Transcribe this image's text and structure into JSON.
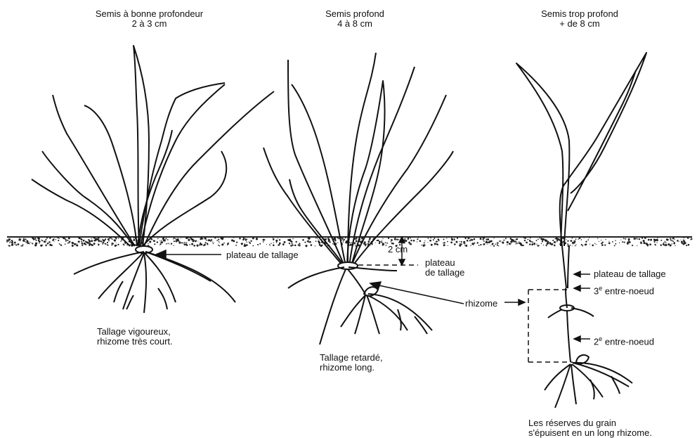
{
  "panels": [
    {
      "title_line1": "Semis à bonne profondeur",
      "title_line2": "2 à 3 cm",
      "labels": {
        "plateau": "plateau de tallage"
      },
      "caption_line1": "Tallage vigoureux,",
      "caption_line2": "rhizome très court."
    },
    {
      "title_line1": "Semis profond",
      "title_line2": "4 à 8 cm",
      "labels": {
        "depth": "2 cm",
        "plateau_line1": "plateau",
        "plateau_line2": "de tallage",
        "rhizome": "rhizome"
      },
      "caption_line1": "Tallage retardé,",
      "caption_line2": "rhizome long."
    },
    {
      "title_line1": "Semis trop profond",
      "title_line2": "+ de 8 cm",
      "labels": {
        "plateau": "plateau de tallage",
        "internode3": "3e entre-noeud",
        "internode2": "2e entre-noeud"
      },
      "caption_line1": "Les réserves du grain",
      "caption_line2": "s'épuisent en un long rhizome."
    }
  ],
  "colors": {
    "ink": "#111111",
    "soil": "#222222",
    "background": "#ffffff"
  }
}
